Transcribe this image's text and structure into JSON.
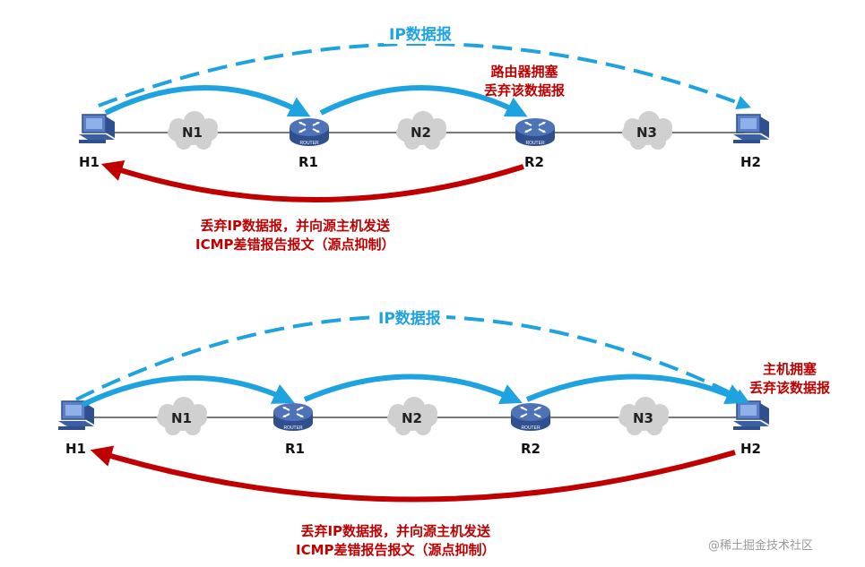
{
  "colors": {
    "blue_arrow": "#1fa3e0",
    "red_arrow": "#c00000",
    "line": "#7a7a7a",
    "cloud": "#d0d0d0",
    "router": "#4e73b6"
  },
  "icons": [
    "host-computer-icon",
    "router-icon",
    "network-cloud-icon"
  ],
  "panels": [
    {
      "ip_label": "IP数据报",
      "congestion_label_1": "路由器拥塞",
      "congestion_label_2": "丢弃该数据报",
      "icmp_label_1": "丢弃IP数据报，并向源主机发送",
      "icmp_label_2": "ICMP差错报告报文（源点抑制）",
      "nodes": {
        "h1": "H1",
        "r1": "R1",
        "r2": "R2",
        "h2": "H2"
      },
      "networks": {
        "n1": "N1",
        "n2": "N2",
        "n3": "N3"
      },
      "router_text": "ROUTER"
    },
    {
      "ip_label": "IP数据报",
      "congestion_label_1": "主机拥塞",
      "congestion_label_2": "丢弃该数据报",
      "icmp_label_1": "丢弃IP数据报，并向源主机发送",
      "icmp_label_2": "ICMP差错报告报文（源点抑制）",
      "nodes": {
        "h1": "H1",
        "r1": "R1",
        "r2": "R2",
        "h2": "H2"
      },
      "networks": {
        "n1": "N1",
        "n2": "N2",
        "n3": "N3"
      },
      "router_text": "ROUTER"
    }
  ],
  "watermark": "@稀土掘金技术社区"
}
